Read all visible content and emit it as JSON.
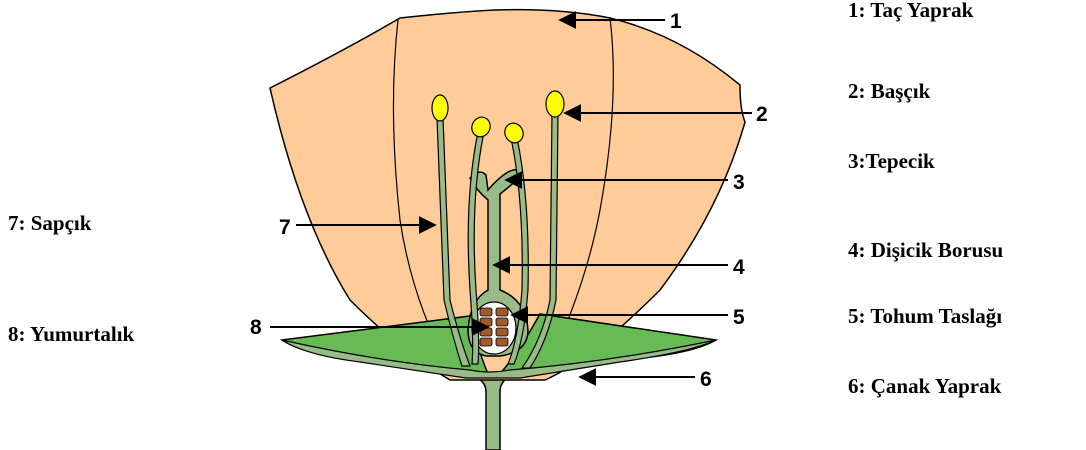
{
  "colors": {
    "petal": "#FFCC99",
    "petal_dark": "#F7B98A",
    "sepal": "#66BB55",
    "stem": "#99BB88",
    "anther": "#FFFF00",
    "ovule": "#A05A2C",
    "outline": "#000000"
  },
  "callouts": {
    "n1": "1",
    "n2": "2",
    "n3": "3",
    "n4": "4",
    "n5": "5",
    "n6": "6",
    "n7": "7",
    "n8": "8"
  },
  "legend": {
    "item1": "1: Taç Yaprak",
    "item2": "2: Başçık",
    "item3": "3:Tepecik",
    "item4": "4: Dişicik Borusu",
    "item5": "5: Tohum Taslağı",
    "item6": "6: Çanak Yaprak",
    "item7": "7: Sapçık",
    "item8": "8: Yumurtalık"
  }
}
